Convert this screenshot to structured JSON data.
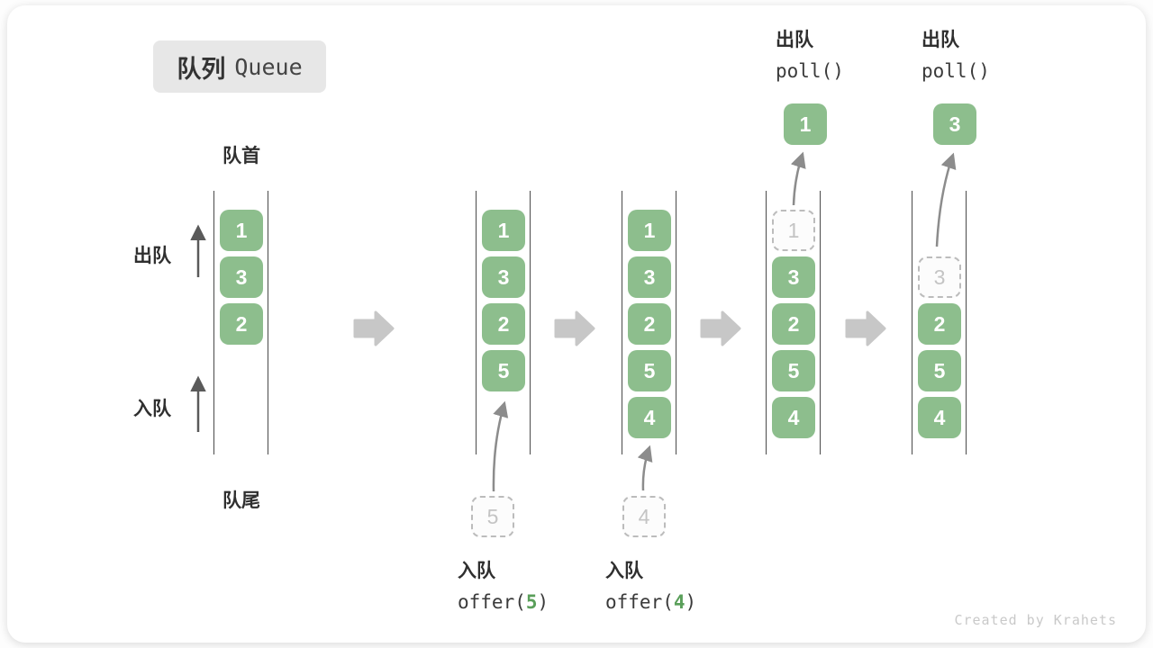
{
  "title": {
    "zh": "队列",
    "en": "Queue"
  },
  "side_labels": {
    "front": "队首",
    "rear": "队尾",
    "dequeue": "出队",
    "enqueue": "入队"
  },
  "states": [
    {
      "name": "initial",
      "slots": [
        "1",
        "3",
        "2"
      ]
    },
    {
      "name": "after-offer-5",
      "slots": [
        "1",
        "3",
        "2",
        "5"
      ],
      "incoming": "5",
      "caption": {
        "zh": "入队",
        "fn": "offer(",
        "arg": "5",
        "close": ")"
      }
    },
    {
      "name": "after-offer-4",
      "slots": [
        "1",
        "3",
        "2",
        "5",
        "4"
      ],
      "incoming": "4",
      "caption": {
        "zh": "入队",
        "fn": "offer(",
        "arg": "4",
        "close": ")"
      }
    },
    {
      "name": "after-poll-1",
      "ghost": "1",
      "slots": [
        "3",
        "2",
        "5",
        "4"
      ],
      "outgoing": "1",
      "caption": {
        "zh": "出队",
        "code": "poll()"
      }
    },
    {
      "name": "after-poll-3",
      "ghost": "3",
      "slots": [
        "2",
        "5",
        "4"
      ],
      "outgoing": "3",
      "caption": {
        "zh": "出队",
        "code": "poll()"
      }
    }
  ],
  "colors": {
    "box_green": "#8dbe8d",
    "arg_green": "#5a9f5a",
    "flow_arrow_gray": "#c7c7c7",
    "curve_arrow_gray": "#8c8c8c",
    "title_bg": "#e7e7e7"
  },
  "watermark": "Created by Krahets"
}
